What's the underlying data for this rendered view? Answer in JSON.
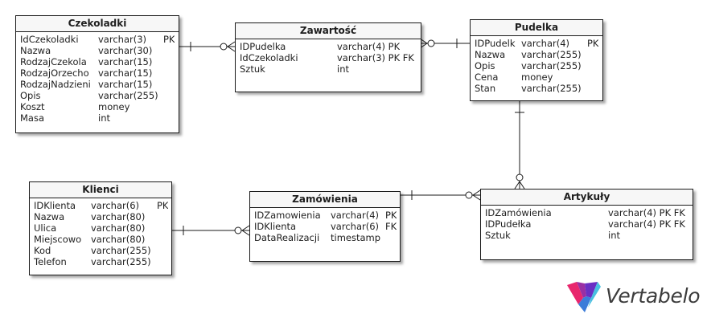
{
  "tables": [
    {
      "id": "czekoladki",
      "name": "Czekoladki",
      "columns": [
        [
          "IdCzekoladki",
          "varchar(3)",
          "PK"
        ],
        [
          "Nazwa",
          "varchar(30)",
          ""
        ],
        [
          "RodzajCzekola",
          "varchar(15)",
          ""
        ],
        [
          "RodzajOrzecho",
          "varchar(15)",
          ""
        ],
        [
          "RodzajNadzieni",
          "varchar(15)",
          ""
        ],
        [
          "Opis",
          "varchar(255)",
          ""
        ],
        [
          "Koszt",
          "money",
          ""
        ],
        [
          "Masa",
          "int",
          ""
        ]
      ]
    },
    {
      "id": "zawartosc",
      "name": "Zawartość",
      "columns": [
        [
          "IDPudelka",
          "varchar(4) PK",
          ""
        ],
        [
          "IdCzekoladki",
          "varchar(3) PK FK",
          ""
        ],
        [
          "Sztuk",
          "int",
          ""
        ]
      ]
    },
    {
      "id": "pudelka",
      "name": "Pudelka",
      "columns": [
        [
          "IDPudelk",
          "varchar(4)",
          "PK"
        ],
        [
          "Nazwa",
          "varchar(255)",
          ""
        ],
        [
          "Opis",
          "varchar(255)",
          ""
        ],
        [
          "Cena",
          "money",
          ""
        ],
        [
          "Stan",
          "varchar(255)",
          ""
        ]
      ]
    },
    {
      "id": "klienci",
      "name": "Klienci",
      "columns": [
        [
          "IDKlienta",
          "varchar(6)",
          "PK"
        ],
        [
          "Nazwa",
          "varchar(80)",
          ""
        ],
        [
          "Ulica",
          "varchar(80)",
          ""
        ],
        [
          "Miejscowo",
          "varchar(80)",
          ""
        ],
        [
          "Kod",
          "varchar(255)",
          ""
        ],
        [
          "Telefon",
          "varchar(255)",
          ""
        ]
      ]
    },
    {
      "id": "zamowienia",
      "name": "Zamówienia",
      "columns": [
        [
          "IDZamowienia",
          "varchar(4)",
          "PK"
        ],
        [
          "IDKlienta",
          "varchar(6)",
          "FK"
        ],
        [
          "DataRealizacji",
          "timestamp",
          ""
        ]
      ]
    },
    {
      "id": "artykuly",
      "name": "Artykuły",
      "columns": [
        [
          "IDZamówienia",
          "varchar(4) PK FK",
          ""
        ],
        [
          "IDPudełka",
          "varchar(4) PK FK",
          ""
        ],
        [
          "Sztuk",
          "int",
          ""
        ]
      ]
    }
  ],
  "relationships": [
    {
      "id": "czekoladki-zawartosc",
      "from": "czekoladki",
      "to": "zawartosc",
      "from_card": "one",
      "to_card": "zero-many"
    },
    {
      "id": "pudelka-zawartosc",
      "from": "pudelka",
      "to": "zawartosc",
      "from_card": "one",
      "to_card": "zero-many"
    },
    {
      "id": "pudelka-artykuly",
      "from": "pudelka",
      "to": "artykuly",
      "from_card": "one",
      "to_card": "zero-many"
    },
    {
      "id": "zamowienia-artykuly",
      "from": "zamowienia",
      "to": "artykuly",
      "from_card": "one",
      "to_card": "zero-many"
    },
    {
      "id": "klienci-zamowienia",
      "from": "klienci",
      "to": "zamowienia",
      "from_card": "one",
      "to_card": "zero-many"
    }
  ],
  "logo": {
    "text": "Vertabelo",
    "colors": [
      "#e8266d",
      "#9a2fa3",
      "#6a2fc4",
      "#3c7dd9",
      "#48c0e0"
    ]
  }
}
